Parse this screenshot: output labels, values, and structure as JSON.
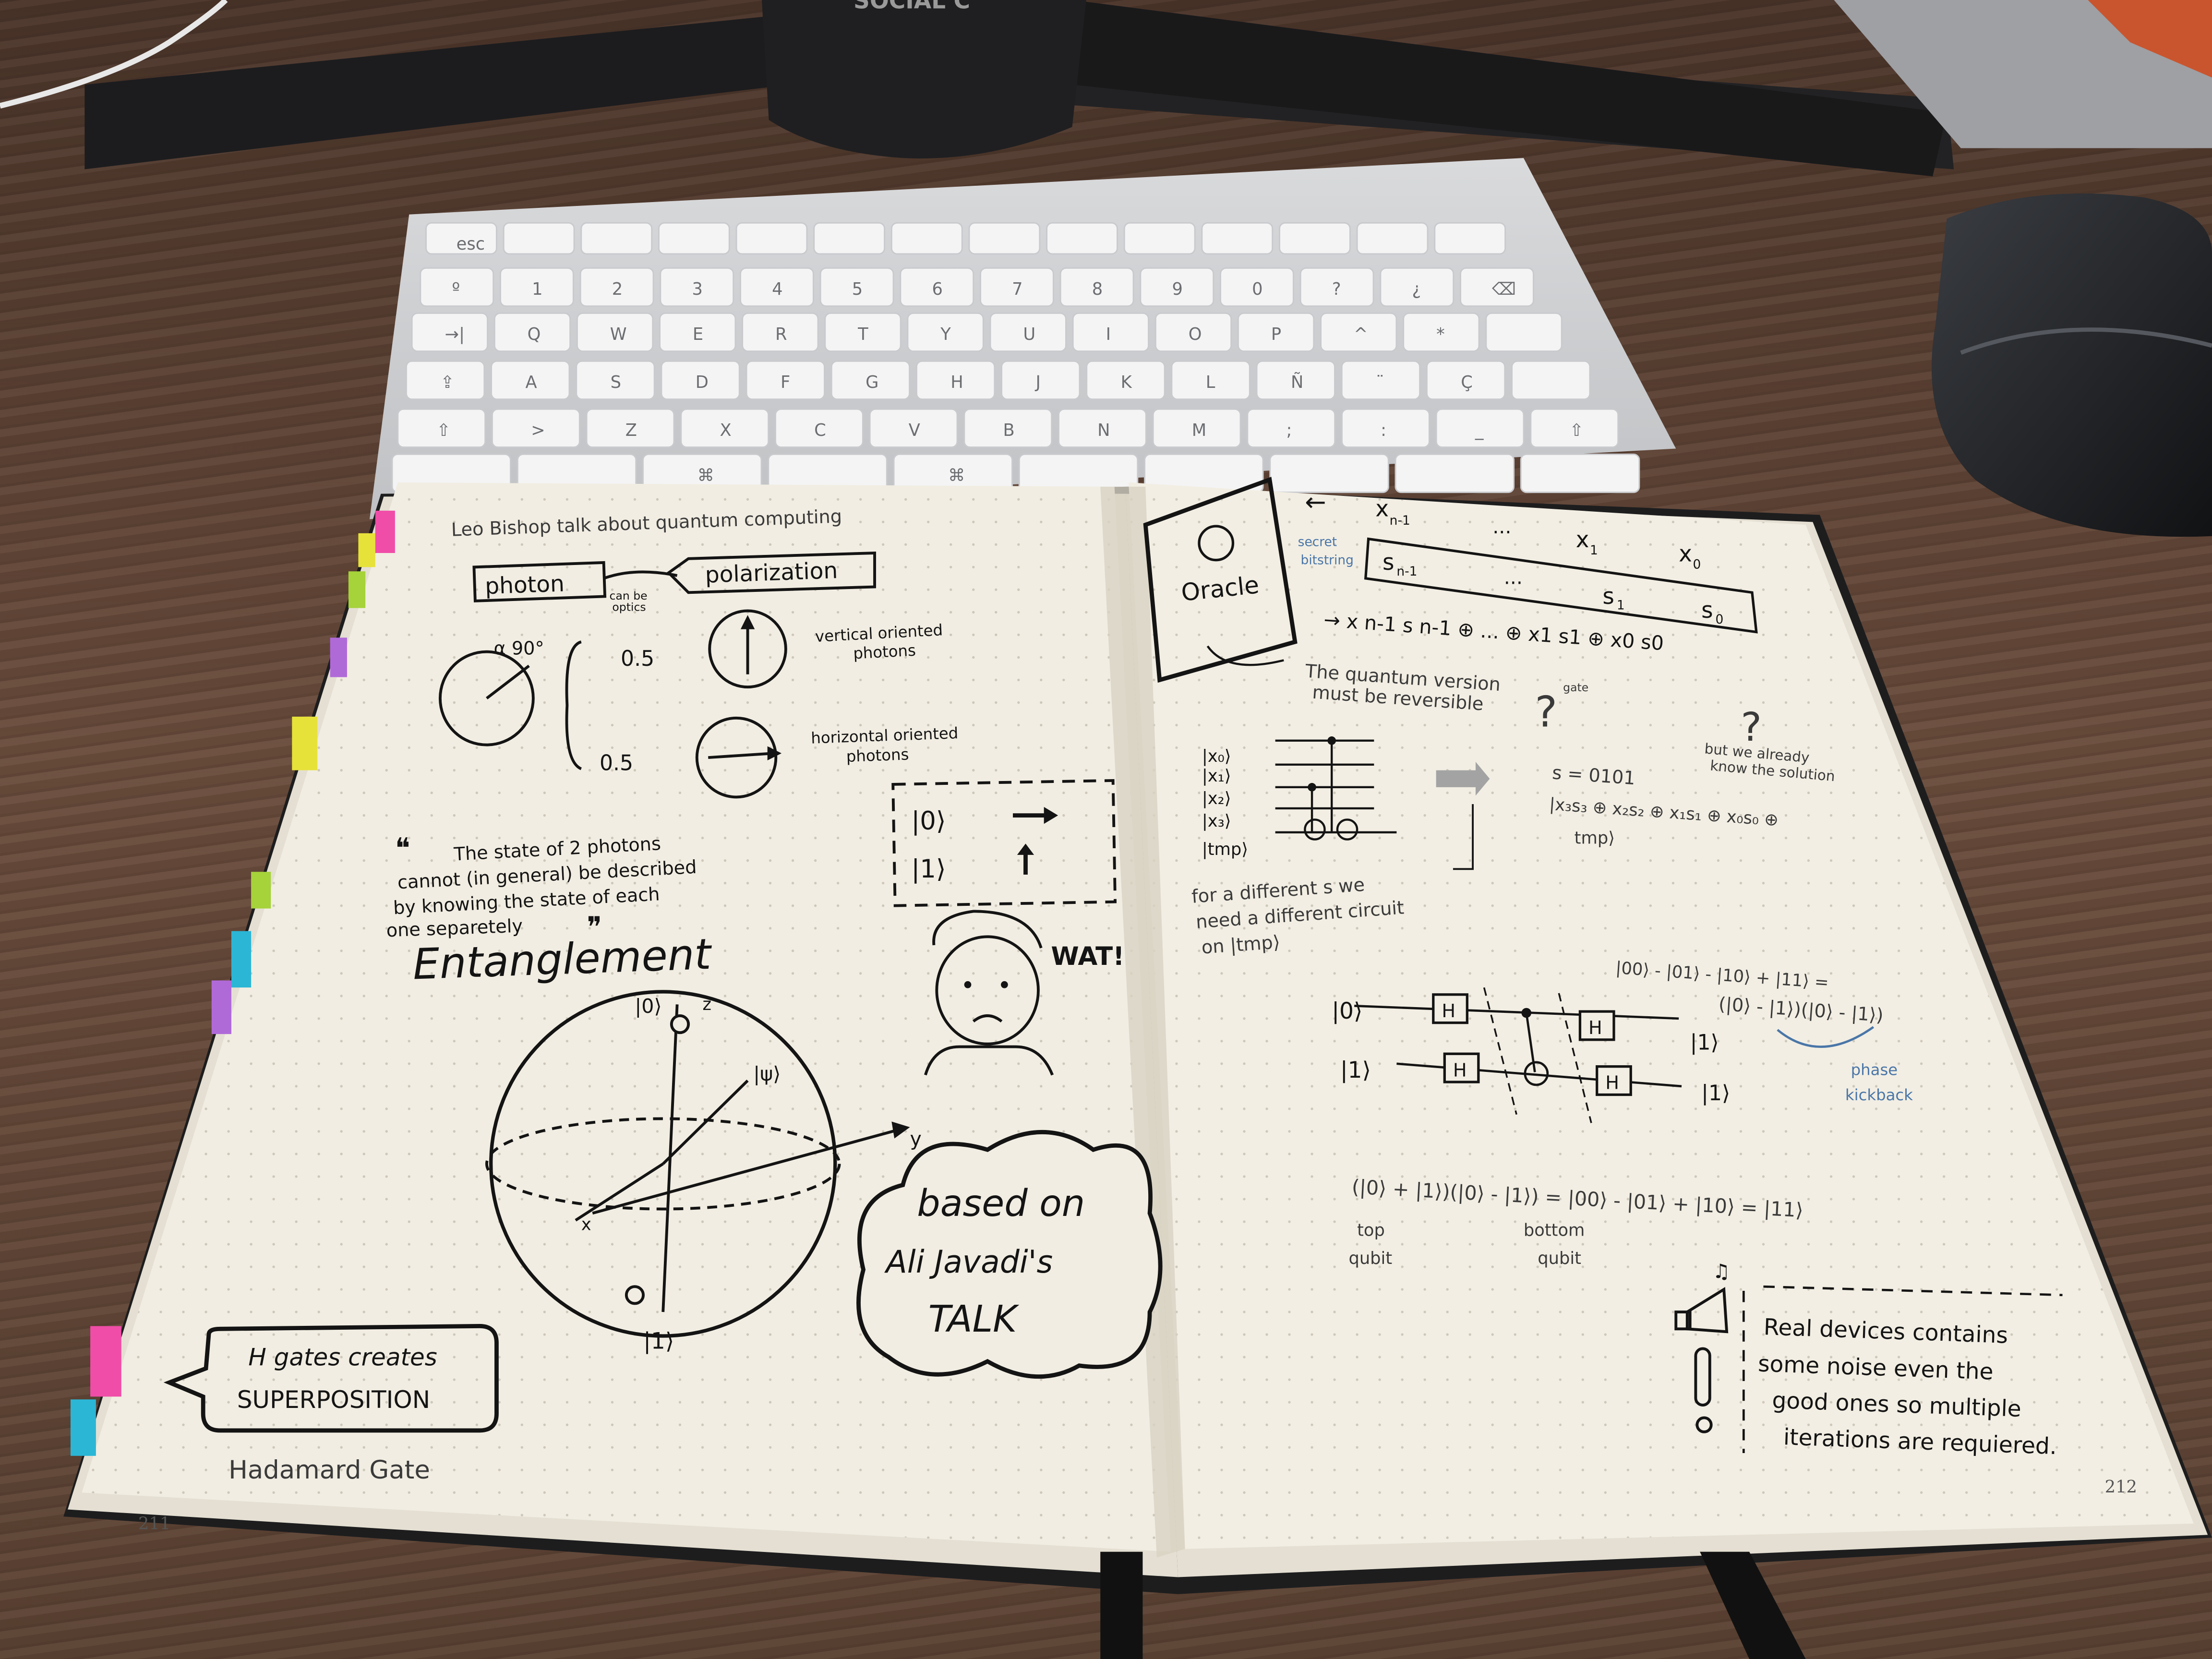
{
  "desk": {
    "mug_logo": "SOCIAL C"
  },
  "keyboard": {
    "rows": [
      [
        "esc",
        "",
        "",
        "",
        "",
        "",
        "",
        "",
        "",
        "",
        "",
        "",
        "",
        ""
      ],
      [
        "º",
        "1",
        "2",
        "3",
        "4",
        "5",
        "6",
        "7",
        "8",
        "9",
        "0",
        "?",
        "¿",
        "⌫"
      ],
      [
        "→|",
        "Q",
        "W",
        "E",
        "R",
        "T",
        "Y",
        "U",
        "I",
        "O",
        "P",
        "^",
        "*",
        ""
      ],
      [
        "⇪",
        "A",
        "S",
        "D",
        "F",
        "G",
        "H",
        "J",
        "K",
        "L",
        "Ñ",
        "¨",
        "Ç",
        ""
      ],
      [
        "⇧",
        ">",
        "Z",
        "X",
        "C",
        "V",
        "B",
        "N",
        "M",
        ";",
        ":",
        "_",
        "⇧"
      ],
      [
        "",
        "",
        "⌘",
        "",
        "⌘",
        "",
        "",
        "",
        "",
        ""
      ]
    ]
  },
  "left_page": {
    "header": "Leo Bishop talk about quantum computing",
    "photon": "photon",
    "conn_label": "can be",
    "conn_label2": "optics",
    "polarization": "polarization",
    "angle": "α 90°",
    "prob_top": "0.5",
    "prob_bottom": "0.5",
    "vertical_line1": "vertical oriented",
    "vertical_line2": "photons",
    "horizontal_line1": "horizontal oriented",
    "horizontal_line2": "photons",
    "ket0": "|0⟩",
    "ket1": "|1⟩",
    "quote_open": "❝",
    "quote_line1": "The state of 2 photons",
    "quote_line2": "cannot (in general) be described",
    "quote_line3": "by knowing the state of each",
    "quote_line4": "one separetely",
    "quote_close": "❞",
    "wat": "WAT!",
    "entanglement": "Entanglement",
    "bloch_top": "|0⟩",
    "bloch_z": "z",
    "bloch_psi": "|ψ⟩",
    "bloch_y": "y",
    "bloch_x": "x",
    "bloch_bottom": "|1⟩",
    "cloud_line1": "based on",
    "cloud_line2": "Ali Javadi's",
    "cloud_line3": "TALK",
    "bubble_line1": "H gates creates",
    "bubble_line2": "SUPERPOSITION",
    "hadamard": "Hadamard Gate",
    "page_number": "211"
  },
  "right_page": {
    "oracle": "Oracle",
    "x_arrow": "←",
    "x_top_1": "x",
    "x_top_1_sub": "n-1",
    "x_top_dots": "...",
    "x_top_2": "x",
    "x_top_2_sub": "1",
    "x_top_3": "x",
    "x_top_3_sub": "0",
    "secret_label1": "secret",
    "secret_label2": "bitstring",
    "s_1": "s",
    "s_1_sub": "n-1",
    "s_dots": "...",
    "s_2": "s",
    "s_2_sub": "1",
    "s_3": "s",
    "s_3_sub": "0",
    "formula": "→ x n-1 s n-1 ⊕ ... ⊕ x1 s1 ⊕ x0 s0",
    "quantum_line1": "The quantum version",
    "quantum_line2": "must be reversible",
    "gate_word": "gate",
    "but_line1": "but we already",
    "but_line2": "know the solution",
    "ket_list": [
      "|x₀⟩",
      "|x₁⟩",
      "|x₂⟩",
      "|x₃⟩",
      "|tmp⟩"
    ],
    "s_value": "s = 0101",
    "s_formula_1": "|x₃s₃ ⊕ x₂s₂ ⊕ x₁s₁ ⊕ x₀s₀ ⊕",
    "s_formula_2": "tmp⟩",
    "different_line1": "for a different s we",
    "different_line2": "need a different circuit",
    "different_line3": "on |tmp⟩",
    "circuit_ket0": "|0⟩",
    "circuit_ket1": "|1⟩",
    "gate_h": "H",
    "out_ket1a": "|1⟩",
    "out_ket1b": "|1⟩",
    "kick_formula_1": "|00⟩ - |01⟩ - |10⟩ + |11⟩ =",
    "kick_formula_2": "(|0⟩ - |1⟩)(|0⟩ - |1⟩)",
    "phase_line1": "phase",
    "phase_line2": "kickback",
    "bottom_formula": "(|0⟩ + |1⟩)(|0⟩ - |1⟩) = |00⟩ - |01⟩ + |10⟩ = |11⟩",
    "top_qubit_1": "top",
    "top_qubit_2": "qubit",
    "bottom_qubit_1": "bottom",
    "bottom_qubit_2": "qubit",
    "noise_line1": "Real devices contains",
    "noise_line2": "some noise even the",
    "noise_line3": "good ones so multiple",
    "noise_line4": "iterations are requiered.",
    "page_number": "212"
  },
  "colors": {
    "paper": "#f1ede2",
    "ink": "#141414",
    "blue_ink": "#4a76a8",
    "desk": "#5a4234",
    "tab_pink": "#f04da8",
    "tab_yellow": "#e7e23a",
    "tab_cyan": "#2bb6d6",
    "tab_purple": "#b06ad8",
    "tab_green": "#a6d23a"
  }
}
